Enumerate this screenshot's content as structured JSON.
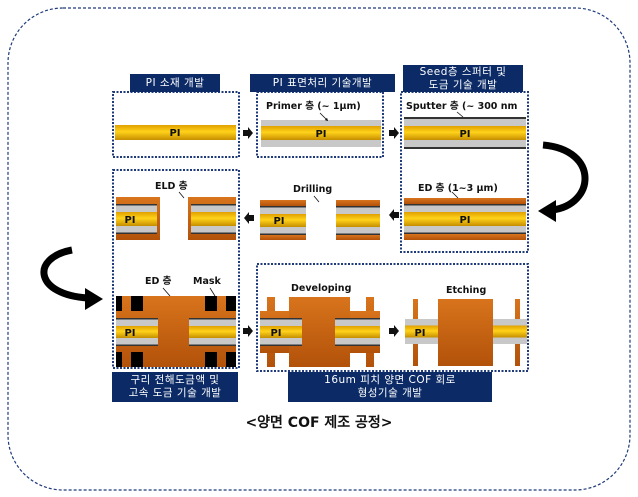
{
  "steps": {
    "pi_material": {
      "title": "PI 소재 개발",
      "pi": "PI"
    },
    "pi_surface": {
      "title": "PI 표면처리 기술개발",
      "layer_label": "Primer 층 (~ 1μm)",
      "pi": "PI"
    },
    "seed_layer": {
      "title_line1": "Seed층 스퍼터 및",
      "title_line2": "도금 기술 개발",
      "sputter_label": "Sputter 층 (~ 300 nm",
      "ed_label": "ED 층 (1~3 μm)",
      "pi": "PI",
      "pi2": "PI"
    },
    "drilling": {
      "label": "Drilling",
      "pi": "PI"
    },
    "eld": {
      "label": "ELD 층",
      "pi": "PI"
    },
    "plating": {
      "ed_label": "ED 층",
      "mask_label": "Mask",
      "pi": "PI",
      "title_line1": "구리 전해도금액 및",
      "title_line2": "고속 도금 기술 개발"
    },
    "circuit": {
      "developing_label": "Developing",
      "etching_label": "Etching",
      "pi": "PI",
      "pi2": "PI",
      "title_line1": "16um 피치 양면 COF 회로",
      "title_line2": "형성기술 개발"
    }
  },
  "caption": "<양면 COF 제조 공정>"
}
